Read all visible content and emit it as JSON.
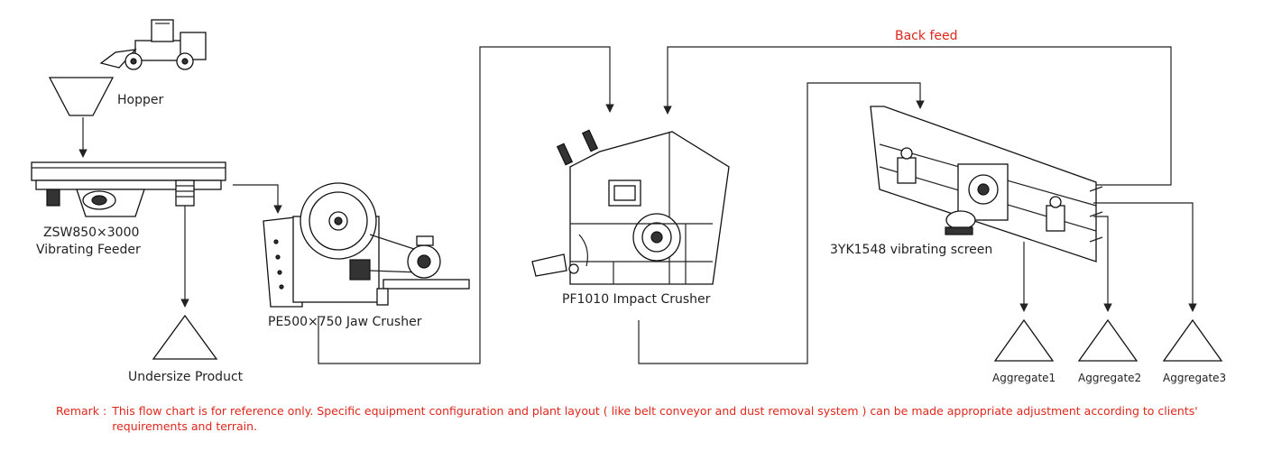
{
  "labels": {
    "hopper": "Hopper",
    "feeder_model": "ZSW850×3000",
    "feeder_name": "Vibrating Feeder",
    "undersize": "Undersize Product",
    "jaw": "PE500×750 Jaw Crusher",
    "impact": "PF1010 Impact Crusher",
    "screen": "3YK1548 vibrating screen",
    "back_feed": "Back feed",
    "agg1": "Aggregate1",
    "agg2": "Aggregate2",
    "agg3": "Aggregate3"
  },
  "remark": {
    "key": "Remark :",
    "text": "This flow chart is for reference only. Specific equipment configuration and plant layout ( like belt conveyor and dust removal system ) can be made appropriate adjustment according to clients' requirements and terrain."
  },
  "colors": {
    "accent_red": "#e0261b",
    "line": "#222222"
  }
}
